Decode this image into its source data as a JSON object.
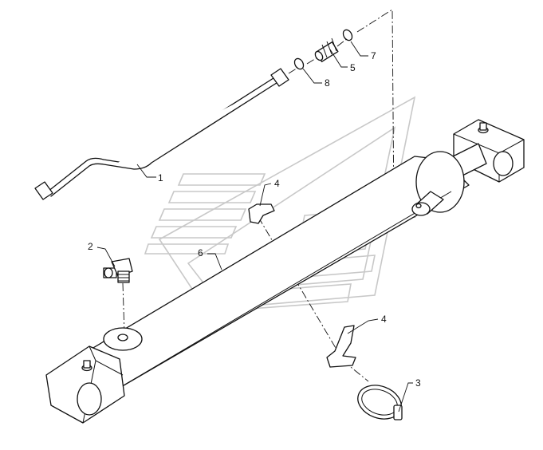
{
  "callouts": {
    "c1": "1",
    "c2": "2",
    "c3": "3",
    "c4a": "4",
    "c4b": "4",
    "c5": "5",
    "c6": "6",
    "c7": "7",
    "c8": "8"
  },
  "colors": {
    "line": "#111111",
    "watermark": "#c8c8c8",
    "background": "#ffffff"
  },
  "icons": {
    "watermark": "brand-logo-watermark"
  }
}
